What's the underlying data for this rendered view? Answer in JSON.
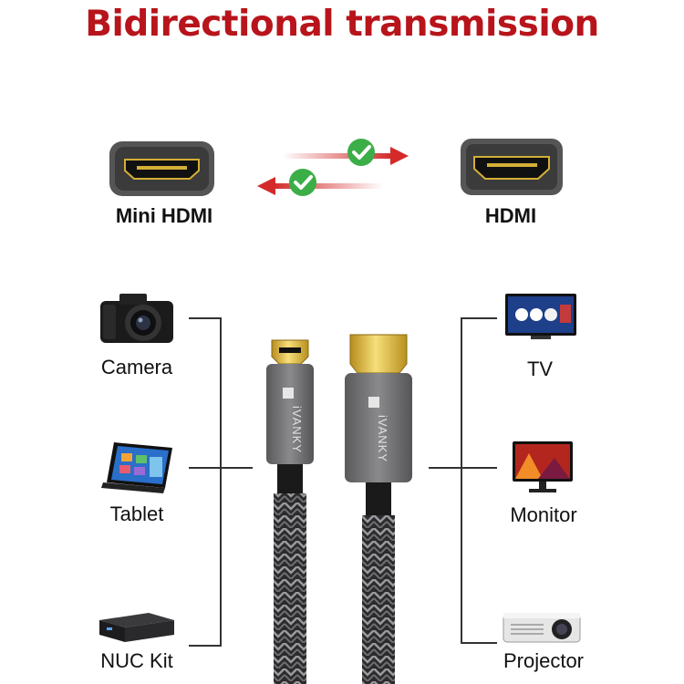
{
  "title": "Bidirectional transmission",
  "colors": {
    "title": "#b8141b",
    "arrow": "#d42a2a",
    "check": "#3cae48",
    "port_body": "#444444",
    "gold": "#d4af37",
    "cable_housing": "#6e6e70",
    "braid": "#2b2b2d"
  },
  "ports": {
    "left_label": "Mini HDMI",
    "right_label": "HDMI"
  },
  "cable": {
    "brand_left": "iVANKY",
    "brand_right": "iVANKY"
  },
  "devices": {
    "left": [
      {
        "label": "Camera",
        "icon": "camera-icon"
      },
      {
        "label": "Tablet",
        "icon": "tablet-icon"
      },
      {
        "label": "NUC Kit",
        "icon": "nuc-kit-icon"
      }
    ],
    "right": [
      {
        "label": "TV",
        "icon": "tv-icon"
      },
      {
        "label": "Monitor",
        "icon": "monitor-icon"
      },
      {
        "label": "Projector",
        "icon": "projector-icon"
      }
    ]
  }
}
